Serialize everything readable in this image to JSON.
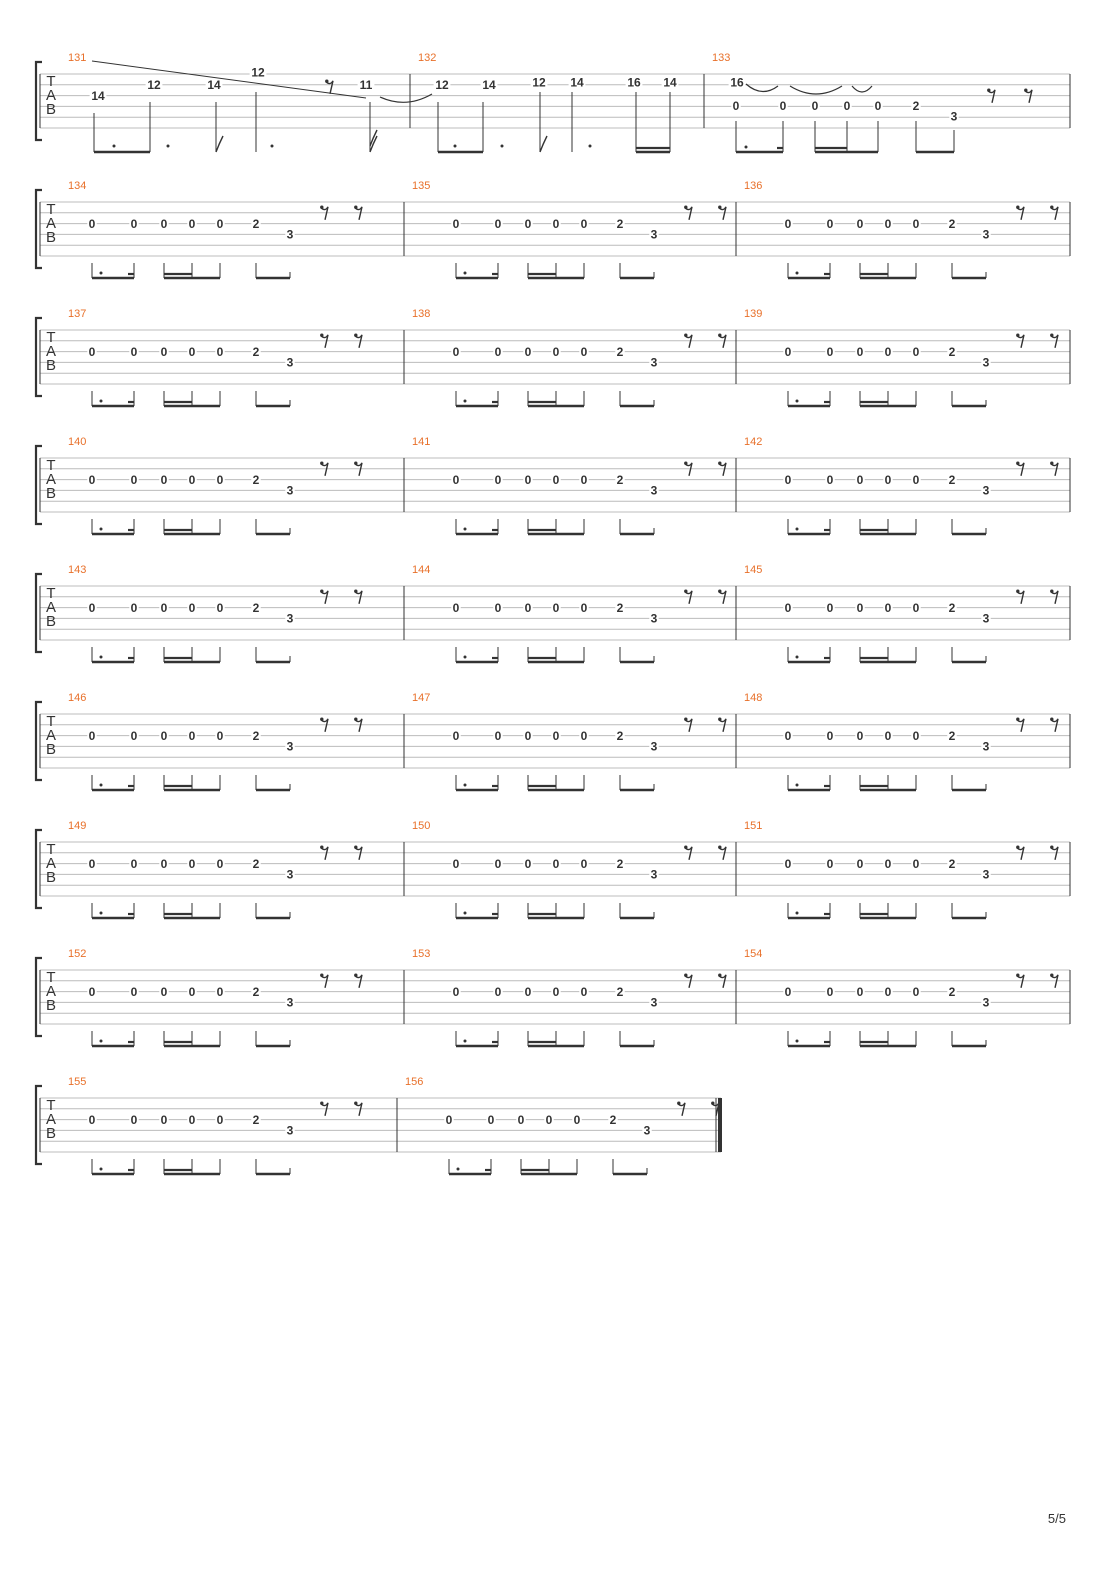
{
  "page_number": "5/5",
  "tab_clef": [
    "T",
    "A",
    "B"
  ],
  "colors": {
    "measure_number": "#e8702a",
    "staff_line": "#bcbcbc",
    "ink": "#333333"
  },
  "systems": [
    {
      "measures": [
        {
          "number": "131",
          "kind": "intro",
          "frets": [
            {
              "value": "14",
              "string": 2
            },
            {
              "value": "12",
              "string": 1
            },
            {
              "value": "14",
              "string": 1
            },
            {
              "value": "12",
              "string": 0
            },
            {
              "value": "11",
              "string": 1
            }
          ]
        },
        {
          "number": "132",
          "kind": "intro",
          "frets": [
            {
              "value": "12",
              "string": 1
            },
            {
              "value": "14",
              "string": 1
            },
            {
              "value": "12",
              "string": 0
            },
            {
              "value": "14",
              "string": 0
            },
            {
              "value": "16",
              "string": 0
            },
            {
              "value": "14",
              "string": 0
            }
          ]
        },
        {
          "number": "133",
          "kind": "groove",
          "frets": [
            {
              "value": "16",
              "string": 0
            },
            {
              "value": "0",
              "string": 2
            },
            {
              "value": "0",
              "string": 2
            },
            {
              "value": "0",
              "string": 2
            },
            {
              "value": "0",
              "string": 2
            },
            {
              "value": "0",
              "string": 2
            },
            {
              "value": "2",
              "string": 2
            },
            {
              "value": "3",
              "string": 3
            }
          ]
        }
      ]
    },
    {
      "measures": [
        {
          "number": "134",
          "kind": "groove"
        },
        {
          "number": "135",
          "kind": "groove"
        },
        {
          "number": "136",
          "kind": "groove"
        }
      ]
    },
    {
      "measures": [
        {
          "number": "137",
          "kind": "groove"
        },
        {
          "number": "138",
          "kind": "groove"
        },
        {
          "number": "139",
          "kind": "groove"
        }
      ]
    },
    {
      "measures": [
        {
          "number": "140",
          "kind": "groove"
        },
        {
          "number": "141",
          "kind": "groove"
        },
        {
          "number": "142",
          "kind": "groove"
        }
      ]
    },
    {
      "measures": [
        {
          "number": "143",
          "kind": "groove"
        },
        {
          "number": "144",
          "kind": "groove"
        },
        {
          "number": "145",
          "kind": "groove"
        }
      ]
    },
    {
      "measures": [
        {
          "number": "146",
          "kind": "groove"
        },
        {
          "number": "147",
          "kind": "groove"
        },
        {
          "number": "148",
          "kind": "groove"
        }
      ]
    },
    {
      "measures": [
        {
          "number": "149",
          "kind": "groove"
        },
        {
          "number": "150",
          "kind": "groove"
        },
        {
          "number": "151",
          "kind": "groove"
        }
      ]
    },
    {
      "measures": [
        {
          "number": "152",
          "kind": "groove"
        },
        {
          "number": "153",
          "kind": "groove"
        },
        {
          "number": "154",
          "kind": "groove"
        }
      ]
    },
    {
      "measures": [
        {
          "number": "155",
          "kind": "groove"
        },
        {
          "number": "156",
          "kind": "groove",
          "final": true
        }
      ]
    }
  ],
  "groove_pattern": [
    {
      "value": "0",
      "string": 2
    },
    {
      "value": "0",
      "string": 2
    },
    {
      "value": "0",
      "string": 2
    },
    {
      "value": "0",
      "string": 2
    },
    {
      "value": "0",
      "string": 2
    },
    {
      "value": "2",
      "string": 2
    },
    {
      "value": "3",
      "string": 3
    }
  ]
}
